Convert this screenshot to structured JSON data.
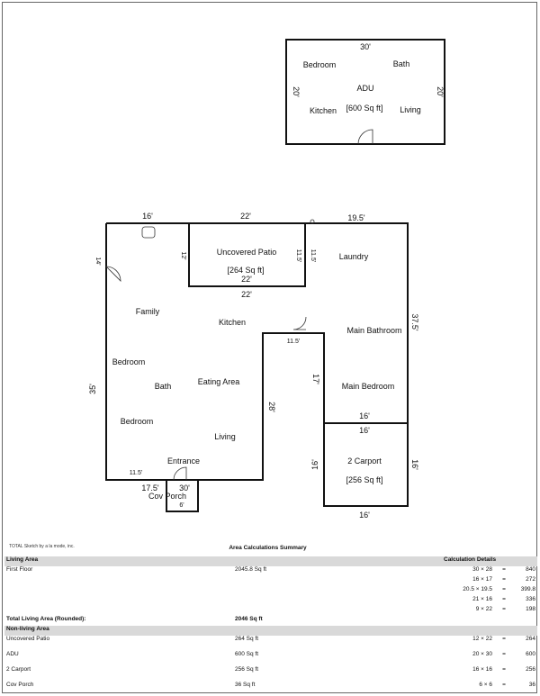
{
  "adu": {
    "top": "30'",
    "left": "20'",
    "right": "20'",
    "rooms": [
      "Bedroom",
      "Bath",
      "ADU",
      "Kitchen",
      "[600 Sq ft]",
      "Living"
    ]
  },
  "main": {
    "dims": {
      "top_left": "16'",
      "patio_top": "22'",
      "top_right": "19.5'",
      "patio_left": "12'",
      "patio_right": "11.5'",
      "patio_inner_bottom": "22'",
      "patio_bottom": "22'",
      "left_upper": "14'",
      "right_upper": "37.5'",
      "left_lower": "35'",
      "notch_top": "11.5'",
      "notch_side": "28'",
      "bath_side": "17'",
      "bottom_inner": "11.5'",
      "bottom_left": "17.5'",
      "porch_top": "30'",
      "porch_bottom": "6'",
      "carport_top1": "16'",
      "carport_top2": "16'",
      "carport_left": "16'",
      "carport_right": "16'",
      "carport_bottom": "16'",
      "laundry_side": "11.5'"
    },
    "rooms": {
      "patio": "Uncovered Patio",
      "patio_area": "[264 Sq ft]",
      "laundry": "Laundry",
      "family": "Family",
      "kitchen": "Kitchen",
      "main_bathroom": "Main Bathroom",
      "bedroom1": "Bedroom",
      "bath": "Bath",
      "eating": "Eating Area",
      "main_bedroom": "Main Bedroom",
      "bedroom2": "Bedroom",
      "living": "Living",
      "entrance": "Entrance",
      "cov_porch": "Cov Porch",
      "carport": "2 Carport",
      "carport_area": "[256 Sq ft]"
    }
  },
  "summary": {
    "credit": "TOTAL Sketch by a la mode, inc.",
    "title": "Area Calculations Summary",
    "living_header": "Living Area",
    "details_header": "Calculation Details",
    "first_floor": {
      "label": "First Floor",
      "area": "2045.8 Sq ft"
    },
    "calc_rows": [
      {
        "expr": "30 × 28",
        "eq": "=",
        "val": "840"
      },
      {
        "expr": "16 × 17",
        "eq": "=",
        "val": "272"
      },
      {
        "expr": "20.5 × 19.5",
        "eq": "=",
        "val": "399.8"
      },
      {
        "expr": "21 × 16",
        "eq": "=",
        "val": "336"
      },
      {
        "expr": "9 × 22",
        "eq": "=",
        "val": "198"
      }
    ],
    "total": {
      "label": "Total Living Area (Rounded):",
      "area": "2046 Sq ft"
    },
    "nonliving_header": "Non-living Area",
    "nonliving": [
      {
        "label": "Uncovered Patio",
        "area": "264 Sq ft",
        "expr": "12 × 22",
        "eq": "=",
        "val": "264"
      },
      {
        "label": "ADU",
        "area": "600 Sq ft",
        "expr": "20 × 30",
        "eq": "=",
        "val": "600"
      },
      {
        "label": "2 Carport",
        "area": "256 Sq ft",
        "expr": "16 × 16",
        "eq": "=",
        "val": "256"
      },
      {
        "label": "Cov Porch",
        "area": "36 Sq ft",
        "expr": "6 × 6",
        "eq": "=",
        "val": "36"
      }
    ]
  }
}
